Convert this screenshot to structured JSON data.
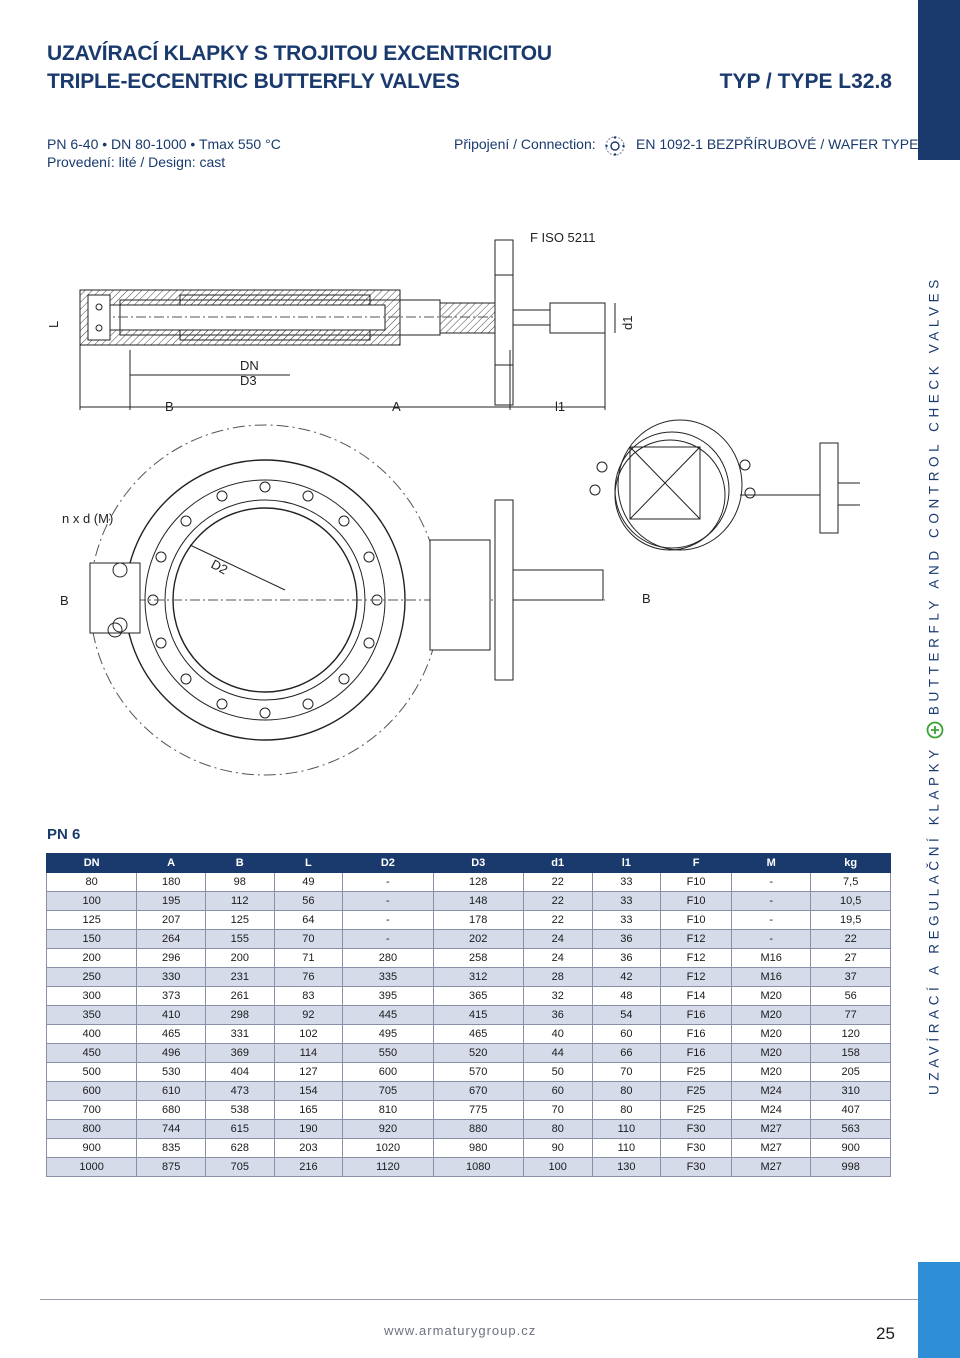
{
  "header": {
    "title_cz": "UZAVÍRACÍ KLAPKY S TROJITOU EXCENTRICITOU",
    "title_en": "TRIPLE-ECCENTRIC BUTTERFLY VALVES",
    "type_code": "TYP / TYPE L32.8",
    "spec_line": "PN 6-40 • DN 80-1000 • Tmax 550 °C",
    "design_line": "Provedení: lité / Design: cast",
    "connection_label": "Připojení / Connection:",
    "connection_type": "EN 1092-1 BEZPŘÍRUBOVÉ / WAFER TYPE",
    "connection_icon": "wafer-flange-icon"
  },
  "drawing": {
    "labels": {
      "f_iso": "F ISO 5211",
      "L": "L",
      "d1": "d1",
      "DN": "DN",
      "D3": "D3",
      "B_top": "B",
      "A": "A",
      "l1": "l1",
      "nxd": "n x d (M)",
      "D2": "D2",
      "B_left": "B",
      "B_right": "B"
    }
  },
  "table": {
    "section_label": "PN 6",
    "headers": [
      "DN",
      "A",
      "B",
      "L",
      "D2",
      "D3",
      "d1",
      "l1",
      "F",
      "M",
      "kg"
    ],
    "rows": [
      [
        "80",
        "180",
        "98",
        "49",
        "-",
        "128",
        "22",
        "33",
        "F10",
        "-",
        "7,5"
      ],
      [
        "100",
        "195",
        "112",
        "56",
        "-",
        "148",
        "22",
        "33",
        "F10",
        "-",
        "10,5"
      ],
      [
        "125",
        "207",
        "125",
        "64",
        "-",
        "178",
        "22",
        "33",
        "F10",
        "-",
        "19,5"
      ],
      [
        "150",
        "264",
        "155",
        "70",
        "-",
        "202",
        "24",
        "36",
        "F12",
        "-",
        "22"
      ],
      [
        "200",
        "296",
        "200",
        "71",
        "280",
        "258",
        "24",
        "36",
        "F12",
        "M16",
        "27"
      ],
      [
        "250",
        "330",
        "231",
        "76",
        "335",
        "312",
        "28",
        "42",
        "F12",
        "M16",
        "37"
      ],
      [
        "300",
        "373",
        "261",
        "83",
        "395",
        "365",
        "32",
        "48",
        "F14",
        "M20",
        "56"
      ],
      [
        "350",
        "410",
        "298",
        "92",
        "445",
        "415",
        "36",
        "54",
        "F16",
        "M20",
        "77"
      ],
      [
        "400",
        "465",
        "331",
        "102",
        "495",
        "465",
        "40",
        "60",
        "F16",
        "M20",
        "120"
      ],
      [
        "450",
        "496",
        "369",
        "114",
        "550",
        "520",
        "44",
        "66",
        "F16",
        "M20",
        "158"
      ],
      [
        "500",
        "530",
        "404",
        "127",
        "600",
        "570",
        "50",
        "70",
        "F25",
        "M20",
        "205"
      ],
      [
        "600",
        "610",
        "473",
        "154",
        "705",
        "670",
        "60",
        "80",
        "F25",
        "M24",
        "310"
      ],
      [
        "700",
        "680",
        "538",
        "165",
        "810",
        "775",
        "70",
        "80",
        "F25",
        "M24",
        "407"
      ],
      [
        "800",
        "744",
        "615",
        "190",
        "920",
        "880",
        "80",
        "110",
        "F30",
        "M27",
        "563"
      ],
      [
        "900",
        "835",
        "628",
        "203",
        "1020",
        "980",
        "90",
        "110",
        "F30",
        "M27",
        "900"
      ],
      [
        "1000",
        "875",
        "705",
        "216",
        "1120",
        "1080",
        "100",
        "130",
        "F30",
        "M27",
        "998"
      ]
    ]
  },
  "sidebar": {
    "text_left": "UZAVÍRACÍ A REGULAČNÍ KLAPKY",
    "text_right": "BUTTERFLY AND CONTROL CHECK VALVES",
    "logo_icon": "armatury-logo-icon"
  },
  "footer": {
    "website": "www.armaturygroup.cz",
    "page_number": "25"
  },
  "colors": {
    "brand_navy": "#1a3a6e",
    "accent_blue": "#2e8fd6",
    "logo_green": "#3aa335",
    "row_stripe": "#d6dbea"
  }
}
